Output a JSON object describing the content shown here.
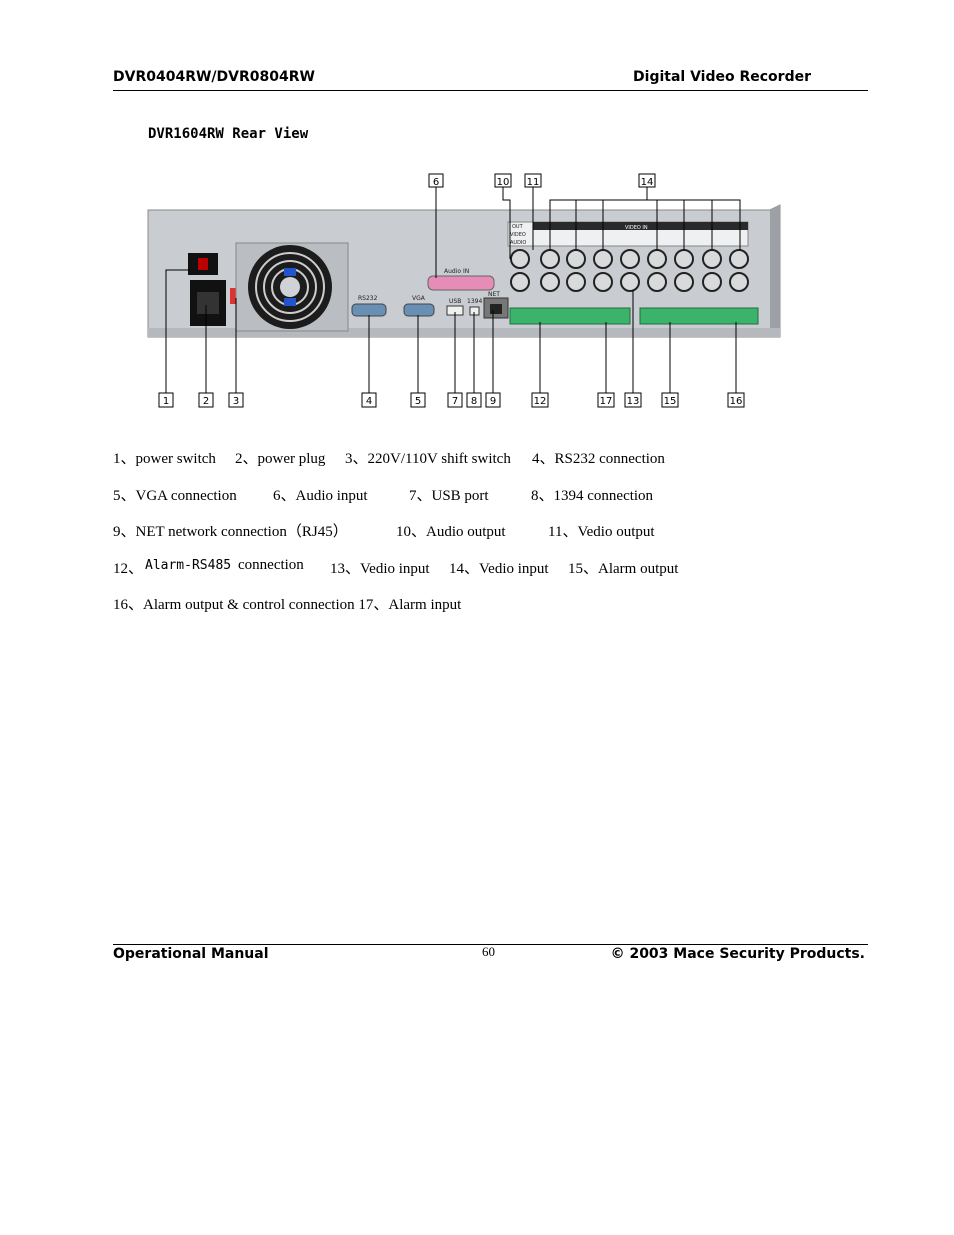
{
  "header": {
    "left": "DVR0404RW/DVR0804RW",
    "right": "Digital Video Recorder"
  },
  "section_title": "DVR1604RW Rear View",
  "diagram": {
    "panel_labels": {
      "out": "OUT",
      "video_in": "VIDEO IN",
      "video": "VIDEO",
      "audio": "AUDIO",
      "audio_in": "Audio IN",
      "rs232": "RS232",
      "vga": "VGA",
      "usb": "USB",
      "port1394": "1394",
      "net": "NET"
    },
    "callouts": [
      "1",
      "2",
      "3",
      "4",
      "5",
      "6",
      "7",
      "8",
      "9",
      "10",
      "11",
      "12",
      "13",
      "14",
      "15",
      "16",
      "17"
    ]
  },
  "captions": [
    [
      "1、power switch",
      "2、power plug",
      "3、220V/110V shift switch",
      "4、RS232 connection"
    ],
    [
      "5、VGA connection",
      "6、Audio input",
      "7、USB port",
      "8、1394 connection"
    ],
    [
      "9、NET network connection（RJ45）",
      "10、Audio output",
      "11、Vedio output"
    ],
    [
      "12、",
      "Alarm-RS485",
      "connection",
      "13、Vedio input",
      "14、Vedio input",
      "15、Alarm output"
    ],
    [
      "16、Alarm output & control connection 17、Alarm input"
    ]
  ],
  "footer": {
    "left": "Operational Manual",
    "page": "60",
    "right": "© 2003 Mace Security Products."
  }
}
